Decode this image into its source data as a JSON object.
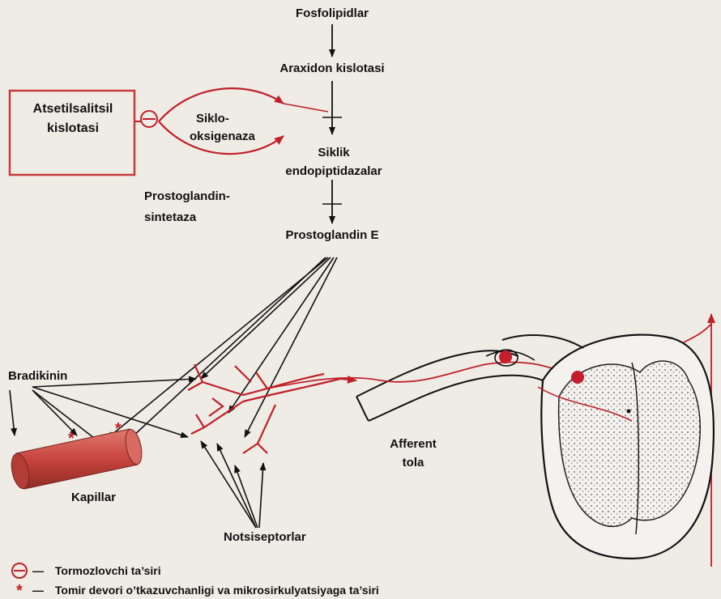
{
  "diagram": {
    "nodes": {
      "phospholipids": "Fosfolipidlar",
      "arachidonic_acid": "Araxidon kislotasi",
      "aspirin_line1": "Atsetilsalitsil",
      "aspirin_line2": "kislotasi",
      "cox_line1": "Siklo-",
      "cox_line2": "oksigenaza",
      "endoperoxides_line1": "Siklik",
      "endoperoxides_line2": "endopiptidazalar",
      "pg_synthase_line1": "Prostoglandin-",
      "pg_synthase_line2": "sintetaza",
      "prostaglandin_e": "Prostoglandin E",
      "bradykinin": "Bradikinin",
      "capillary": "Kapillar",
      "nociceptors": "Notsiseptorlar",
      "afferent_line1": "Afferent",
      "afferent_line2": "tola"
    },
    "symbols": {
      "inhibition": "⊖",
      "star": "*"
    },
    "legend": [
      {
        "symbol": "⊖",
        "dash": "—",
        "text": "Tormozlovchi ta’siri"
      },
      {
        "symbol": "*",
        "dash": "—",
        "text": "Tomir devori o’tkazuvchanligi va mikrosirkulyatsiyaga ta’siri"
      }
    ],
    "colors": {
      "accent_red": "#c0202a",
      "box_red": "#c83a3a",
      "capillary_red": "#c8453e",
      "neuron_dot": "#c41e2a",
      "background": "#efece6"
    }
  }
}
